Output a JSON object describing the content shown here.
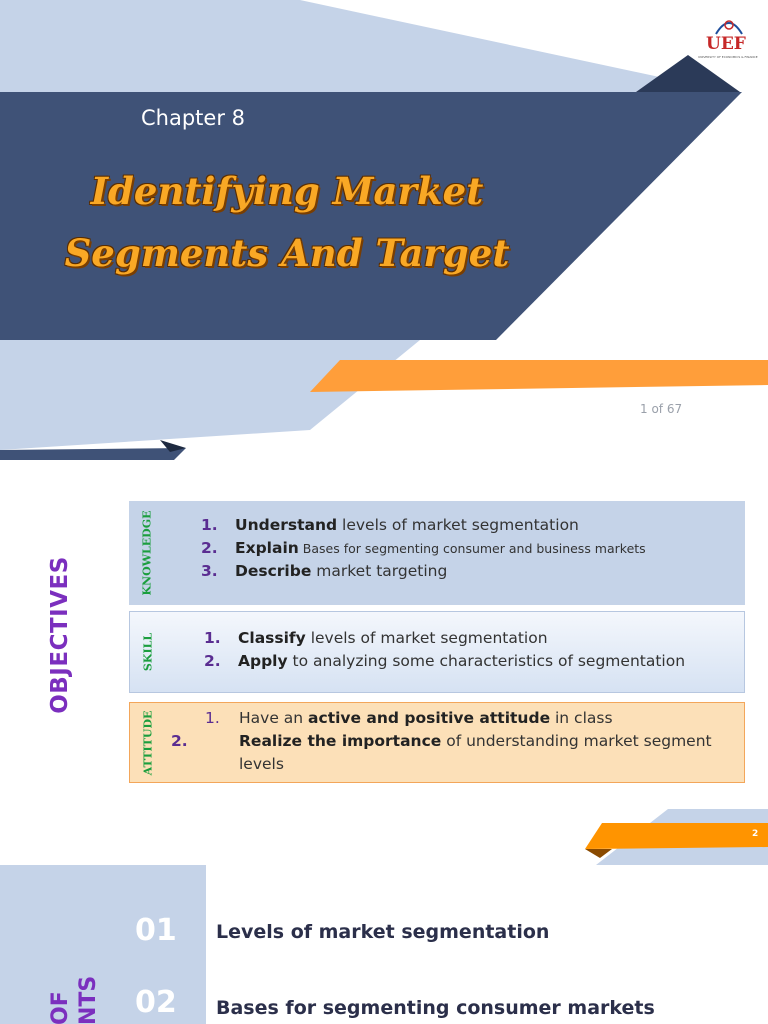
{
  "slide1": {
    "chapter": "Chapter 8",
    "title_line1": "Identifying Market",
    "title_line2": "Segments And Target",
    "page_indicator": "1 of 67",
    "logo": {
      "text": "UEF",
      "subtitle": "UNIVERSITY OF ECONOMICS & FINANCE",
      "icon": "university-logo-icon"
    }
  },
  "slide2": {
    "side_label": "OBJECTIVES",
    "page_number": "2",
    "knowledge": {
      "label": "KNOWLEDGE",
      "items": [
        {
          "num": "1.",
          "bold": "Understand",
          "rest": " levels of market segmentation"
        },
        {
          "num": "2.",
          "bold": "Explain",
          "rest": " Bases for segmenting consumer and business markets"
        },
        {
          "num": "3.",
          "bold": "Describe",
          "rest": " market targeting"
        }
      ]
    },
    "skill": {
      "label": "SKILL",
      "items": [
        {
          "num": "1.",
          "bold": "Classify",
          "rest": " levels of market segmentation"
        },
        {
          "num": "2.",
          "bold": "Apply",
          "rest": " to analyzing some characteristics of segmentation"
        }
      ]
    },
    "attitude": {
      "label": "ATTITUDE",
      "items": [
        {
          "num": "1.",
          "pre": "Have an ",
          "bold": "active and positive attitude",
          "rest": " in class"
        },
        {
          "num": "2.",
          "pre": "",
          "bold": "Realize the importance",
          "rest": " of understanding market segment levels"
        }
      ]
    }
  },
  "slide3": {
    "side_label_line1": "OF",
    "side_label_line2": "NTS",
    "items": [
      {
        "num": "01",
        "text": "Levels of market segmentation"
      },
      {
        "num": "02",
        "text": "Bases for segmenting consumer markets"
      }
    ]
  },
  "colors": {
    "navy": "#3f5277",
    "light_blue": "#c5d3e8",
    "orange": "#ff9e3a",
    "title_orange": "#f9a825",
    "purple": "#7b2fbe",
    "green": "#1b9e3e"
  }
}
